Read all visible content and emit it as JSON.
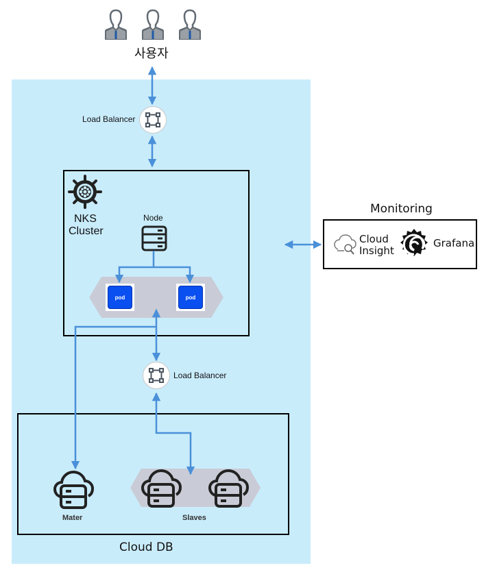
{
  "users": {
    "label": "사용자",
    "icon": "user-icon",
    "count": 3
  },
  "load_balancer_top": {
    "label": "Load Balancer",
    "icon": "load-balancer-icon"
  },
  "nks": {
    "title_line1": "NKS",
    "title_line2": "Cluster",
    "icon": "helm-wheel-icon",
    "node": {
      "label": "Node",
      "icon": "server-icon"
    },
    "pods": [
      {
        "label": "pod"
      },
      {
        "label": "pod"
      }
    ]
  },
  "load_balancer_bottom": {
    "label": "Load Balancer",
    "icon": "load-balancer-icon"
  },
  "monitoring": {
    "title": "Monitoring",
    "cloud_insight_line1": "Cloud",
    "cloud_insight_line2": "Insight",
    "grafana": "Grafana"
  },
  "cloud_db": {
    "title": "Cloud DB",
    "master_label": "Mater",
    "slaves_label": "Slaves"
  },
  "colors": {
    "panel_bg": "#c9ecfb",
    "arrow": "#4a90d9",
    "pod": "#0a4ff0",
    "band": "#c9ccd6"
  }
}
